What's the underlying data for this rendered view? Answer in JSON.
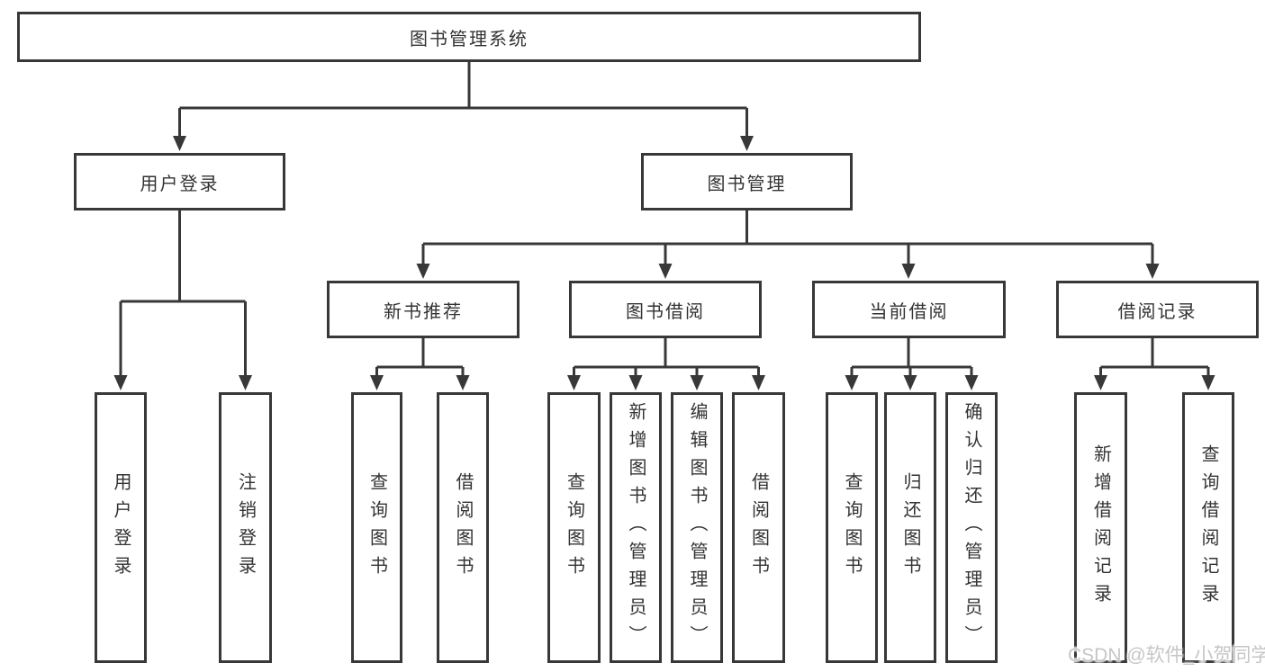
{
  "diagram": {
    "root": {
      "label": "图书管理系统"
    },
    "level1": [
      {
        "label": "用户登录"
      },
      {
        "label": "图书管理"
      }
    ],
    "level2": [
      {
        "label": "新书推荐"
      },
      {
        "label": "图书借阅"
      },
      {
        "label": "当前借阅"
      },
      {
        "label": "借阅记录"
      }
    ],
    "leaves": [
      {
        "label": "用户登录"
      },
      {
        "label": "注销登录"
      },
      {
        "label": "查询图书"
      },
      {
        "label": "借阅图书"
      },
      {
        "label": "查询图书"
      },
      {
        "label": "新增图书（管理员）"
      },
      {
        "label": "编辑图书（管理员）"
      },
      {
        "label": "借阅图书"
      },
      {
        "label": "查询图书"
      },
      {
        "label": "归还图书"
      },
      {
        "label": "确认归还（管理员）"
      },
      {
        "label": "新增借阅记录"
      },
      {
        "label": "查询借阅记录"
      }
    ]
  },
  "watermark": {
    "text": "CSDN @软件_小贺同学"
  },
  "colors": {
    "line": "#383838",
    "text": "#333333",
    "background": "#ffffff",
    "watermark": "#c6c6c6"
  }
}
